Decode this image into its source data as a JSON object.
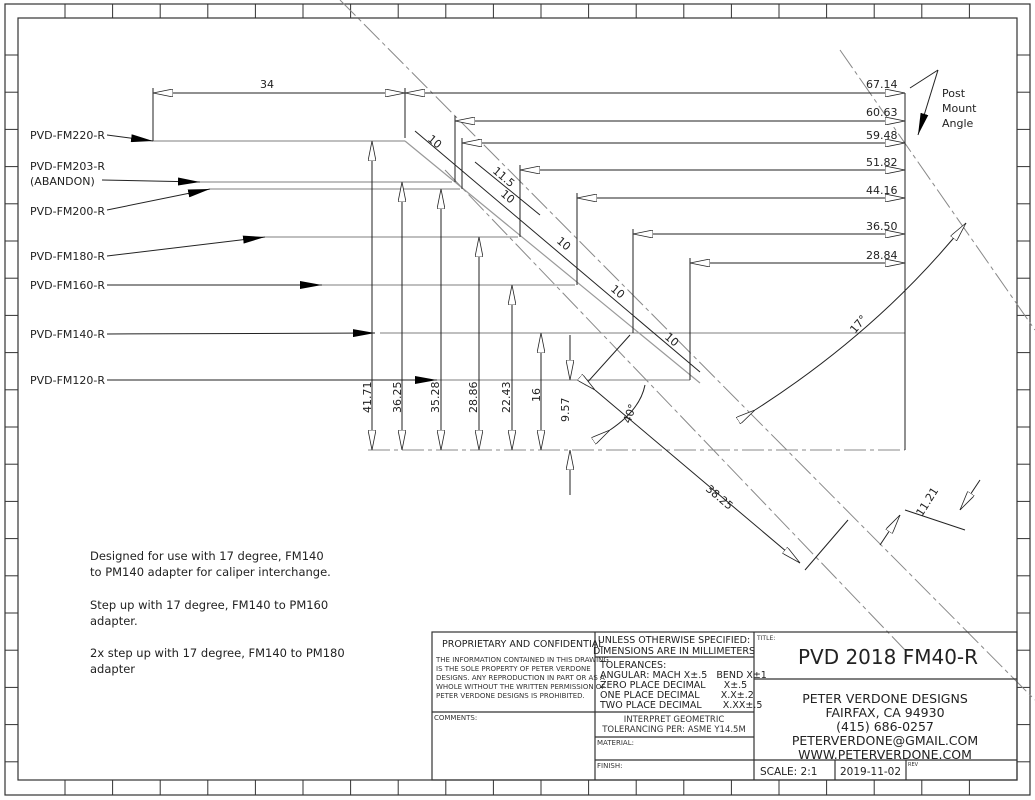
{
  "parts": [
    "PVD-FM220-R",
    "PVD-FM203-R",
    "(ABANDON)",
    "PVD-FM200-R",
    "PVD-FM180-R",
    "PVD-FM160-R",
    "PVD-FM140-R",
    "PVD-FM120-R"
  ],
  "post_mount": [
    "Post",
    "Mount",
    "Angle"
  ],
  "horizontal_dims": [
    "34",
    "67.14",
    "60.63",
    "59.48",
    "51.82",
    "44.16",
    "36.50",
    "28.84"
  ],
  "vertical_dims": [
    "41.71",
    "36.25",
    "35.28",
    "28.86",
    "22.43",
    "16",
    "9.57"
  ],
  "diagonal_dims": [
    "10",
    "11.5",
    "10",
    "10",
    "10",
    "10"
  ],
  "angles": [
    "17°",
    "40°"
  ],
  "other_dims": [
    "38.25",
    "11.21"
  ],
  "notes": [
    "Designed for use with 17 degree, FM140",
    "to PM140 adapter for caliper interchange.",
    "Step up with 17 degree, FM140 to PM160",
    "adapter.",
    "2x step up with 17 degree, FM140 to PM180",
    "adapter"
  ],
  "title_block": {
    "proprietary_title": "PROPRIETARY AND CONFIDENTIAL",
    "proprietary_text": [
      "THE INFORMATION CONTAINED IN THIS DRAWING",
      "IS THE SOLE PROPERTY OF PETER VERDONE",
      "DESIGNS.  ANY  REPRODUCTION IN PART OR AS A",
      "WHOLE WITHOUT THE WRITTEN PERMISSION OF",
      "PETER VERDONE DESIGNS IS PROHIBITED."
    ],
    "comments_label": "COMMENTS:",
    "unless_specified": [
      "UNLESS OTHERWISE SPECIFIED:",
      "DIMENSIONS ARE IN MILLIMETERS"
    ],
    "tolerances": [
      "TOLERANCES:",
      "ANGULAR: MACH X±.5   BEND X±1",
      "ZERO PLACE DECIMAL      X±.5",
      "ONE PLACE DECIMAL       X.X±.2",
      "TWO PLACE DECIMAL       X.XX±.5"
    ],
    "interpret": [
      "INTERPRET GEOMETRIC",
      "TOLERANCING PER: ASME Y14.5M"
    ],
    "material_label": "MATERIAL:",
    "finish_label": "FINISH:",
    "title_label": "TITLE:",
    "title": "PVD 2018 FM40-R",
    "company": [
      "PETER VERDONE DESIGNS",
      "FAIRFAX, CA 94930",
      "(415) 686-0257",
      "PETERVERDONE@GMAIL.COM",
      "WWW.PETERVERDONE.COM"
    ],
    "scale": "SCALE: 2:1",
    "date": "2019-11-02",
    "rev_label": "REV"
  }
}
